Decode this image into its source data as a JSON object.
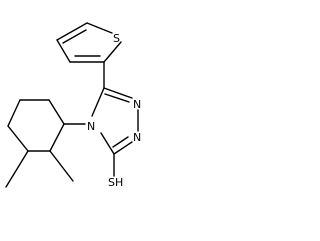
{
  "atoms": {
    "sulfur_ring": "S",
    "nitrogen_n4": "N",
    "nitrogen_n1": "N",
    "nitrogen_n2": "N",
    "thiol": "SH"
  },
  "colors": {
    "bond": "#000000",
    "text": "#000000",
    "background": "#ffffff"
  }
}
